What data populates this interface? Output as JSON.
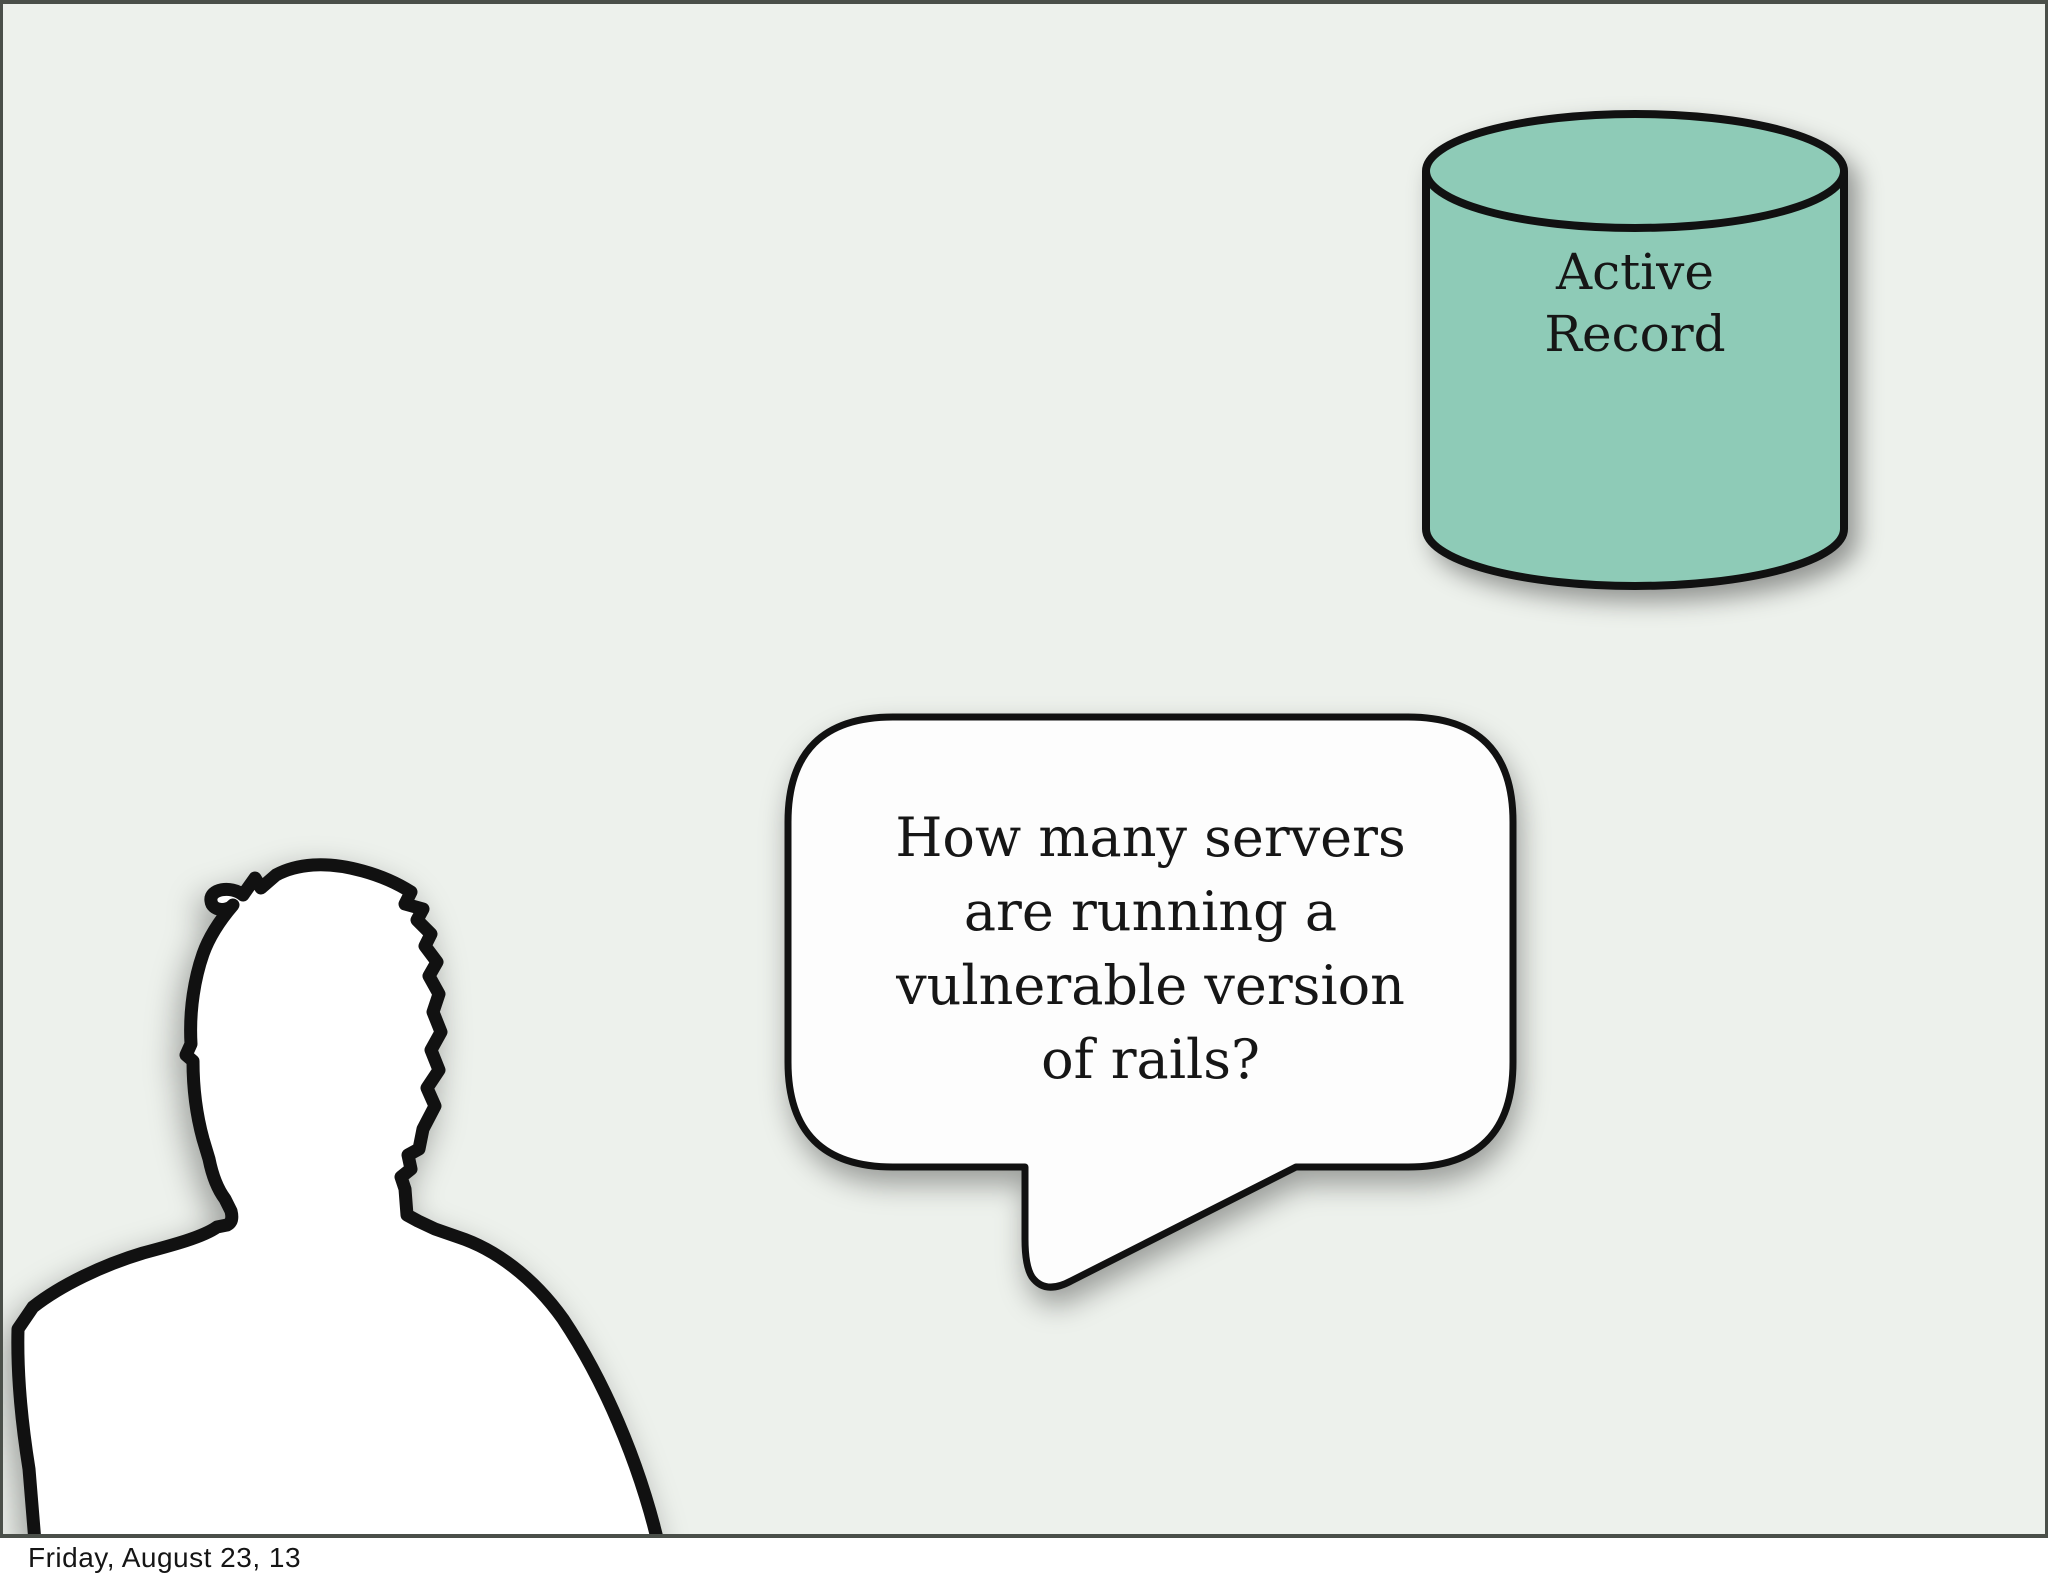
{
  "slide": {
    "background_color": "#edf1ec",
    "border_color": "#4a4f49"
  },
  "database": {
    "label_lines": [
      "Active",
      "Record"
    ],
    "fill_color": "#8ecbb7",
    "stroke_color": "#111111",
    "icon": "database-cylinder-icon"
  },
  "speech_bubble": {
    "lines": [
      "How many servers",
      "are running a",
      "vulnerable version",
      "of rails?"
    ],
    "fill_color": "#fdfdfd",
    "stroke_color": "#111111"
  },
  "person": {
    "fill_color": "#ffffff",
    "stroke_color": "#111111",
    "icon": "person-silhouette-icon"
  },
  "footer": {
    "date_text": "Friday, August 23, 13"
  }
}
